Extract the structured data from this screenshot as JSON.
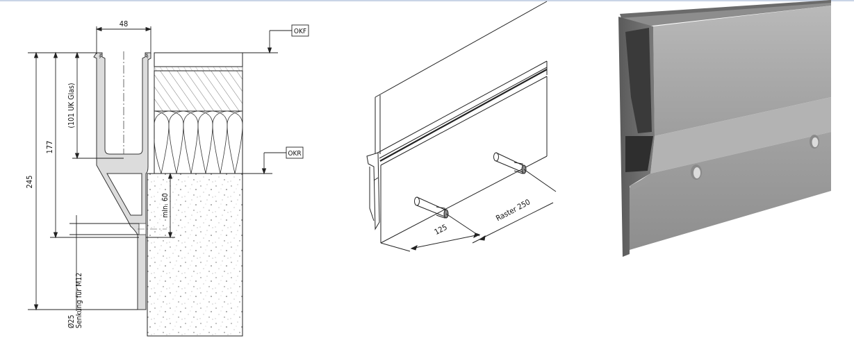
{
  "drawing": {
    "dimensions": {
      "width": "48",
      "total_height": "245",
      "inner_height": "177",
      "glass_reference": "(101 UK Glas)",
      "min_depth": "min. 60",
      "countersink_1": "Ø25",
      "countersink_2": "Senkung für M12"
    },
    "levels": {
      "finished_floor": "OKF",
      "raw_floor": "OKR"
    }
  },
  "isometric": {
    "anchor_offset": "125",
    "anchor_grid": "Raster 250"
  }
}
